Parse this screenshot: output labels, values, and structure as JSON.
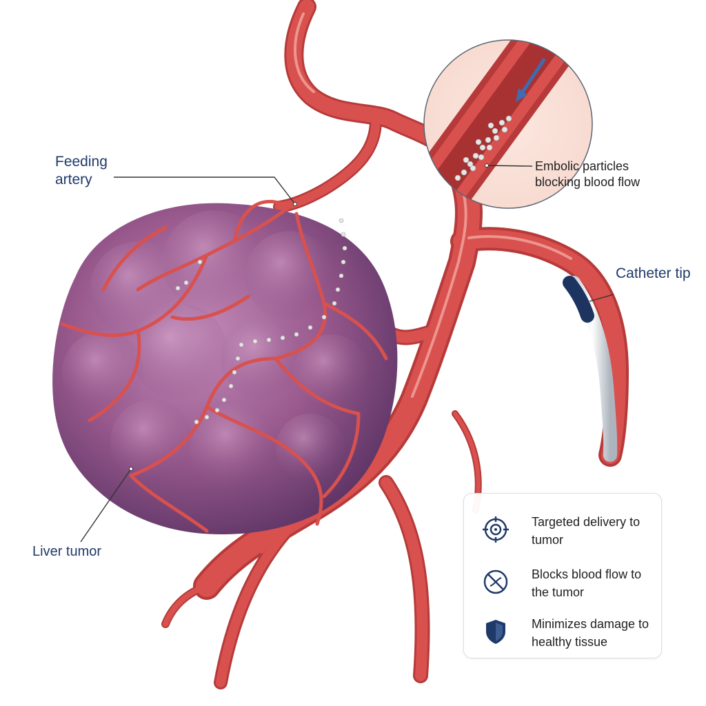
{
  "labels": {
    "feeding_artery": "Feeding artery",
    "liver_tumor": "Liver tumor",
    "catheter_tip": "Catheter tip",
    "embolic_particles": "Embolic particles blocking blood flow"
  },
  "benefits": [
    {
      "icon": "target-icon",
      "text": "Targeted delivery to tumor"
    },
    {
      "icon": "no-flow-icon",
      "text": "Blocks blood flow to the tumor"
    },
    {
      "icon": "shield-icon",
      "text": "Minimizes damage to healthy tissue"
    }
  ],
  "colors": {
    "vessel": "#d8514e",
    "vessel_dark": "#b63a3a",
    "tumor": "#9a5a8e",
    "label": "#1f3a68",
    "icon": "#1f3a68",
    "catheter_tip": "#1d3461",
    "particles": "#e6e6e6"
  }
}
